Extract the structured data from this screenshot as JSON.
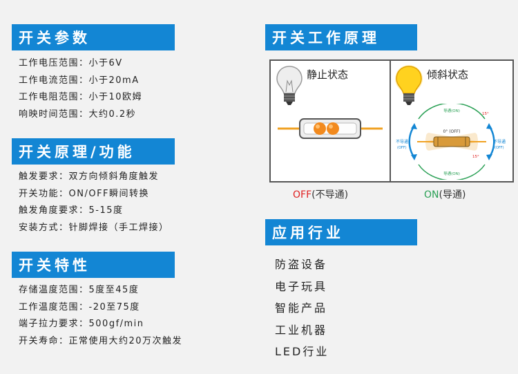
{
  "params": {
    "header": "开关参数",
    "lines": [
      "工作电压范围：小于6V",
      "工作电流范围：小于20mA",
      "工作电阻范围：小于10欧姆",
      "响映时间范围：大约0.2秒"
    ]
  },
  "principle_func": {
    "header": "开关原理/功能",
    "lines": [
      "触发要求：双方向倾斜角度触发",
      "开关功能：ON/OFF瞬间转换",
      "触发角度要求：5-15度",
      "安装方式：针脚焊接（手工焊接）"
    ]
  },
  "features": {
    "header": "开关特性",
    "lines": [
      "存储温度范围：5度至45度",
      "工作温度范围：-20至75度",
      "端子拉力要求：500gf/min",
      "开关寿命：正常使用大约20万次触发"
    ]
  },
  "working": {
    "header": "开关工作原理",
    "static_label": "静止状态",
    "tilt_label": "倾斜状态",
    "tilt_off_left": "不导通",
    "tilt_off_right": "不导通",
    "tilt_off_sub": "(OFF)",
    "tilt_center": "0° (OFF)",
    "tilt_top": "导通(ON)",
    "tilt_bottom": "导通(ON)",
    "deg_top": "15°",
    "deg_bottom": "15°",
    "off_state": "OFF",
    "off_note": "(不导通)",
    "on_state": "ON",
    "on_note": "(导通)"
  },
  "industry": {
    "header": "应用行业",
    "items": [
      "防盗设备",
      "电子玩具",
      "智能产品",
      "工业机器",
      "LED行业"
    ]
  },
  "colors": {
    "header_bg": "#1386d4",
    "off_red": "#e02020",
    "on_green": "#2aa055",
    "ball": "#f28a1e",
    "lead": "#f0a020"
  }
}
